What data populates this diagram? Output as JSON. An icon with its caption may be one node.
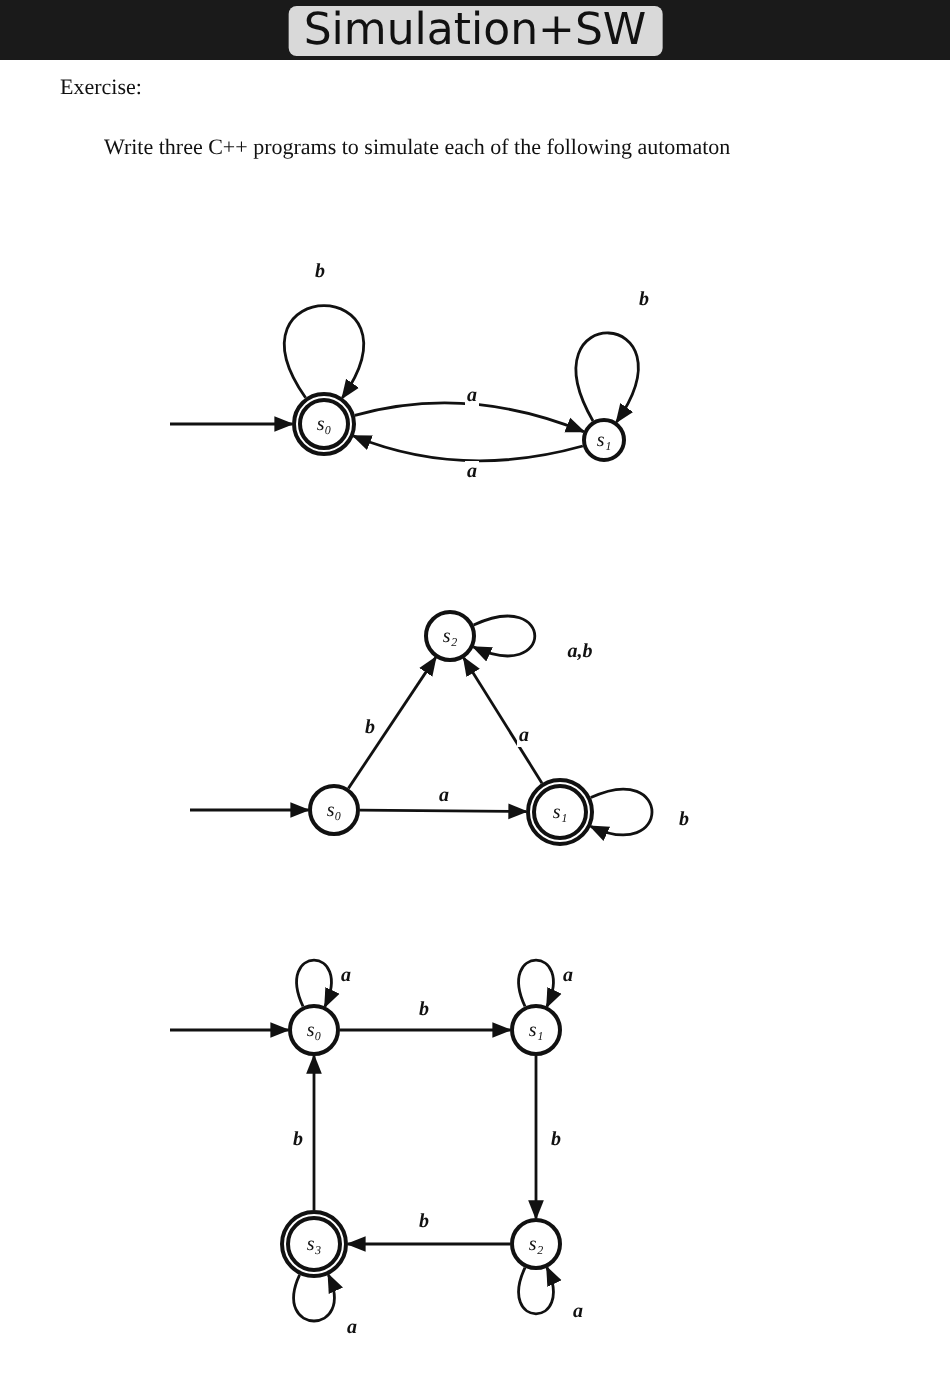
{
  "diagram": {
    "title": "Simulation+SW",
    "nodes": [
      {
        "text": [
          "s₀"
        ]
      },
      {
        "text": [
          "s₁"
        ]
      },
      {
        "text": [
          "s₂"
        ]
      },
      {
        "text": [
          "s₀"
        ]
      },
      {
        "text": [
          "s₁"
        ]
      },
      {
        "text": [
          "s₀"
        ]
      },
      {
        "text": [
          "s₁"
        ]
      },
      {
        "text": [
          "s₂"
        ]
      },
      {
        "text": [
          "s₃"
        ]
      }
    ],
    "edges": [
      {
        "from": null,
        "to": 0,
        "arrow": "to"
      },
      {
        "from": 0,
        "to": 0,
        "arrow": "to",
        "label": "b"
      },
      {
        "from": 0,
        "to": 1,
        "arrow": "to",
        "label": "a"
      },
      {
        "from": 1,
        "to": 0,
        "arrow": "to",
        "label": "a"
      },
      {
        "from": 1,
        "to": 1,
        "arrow": "to",
        "label": "b"
      },
      {
        "from": null,
        "to": 3,
        "arrow": "to"
      },
      {
        "from": 3,
        "to": 2,
        "arrow": "to",
        "label": "b"
      },
      {
        "from": 2,
        "to": 2,
        "arrow": "to",
        "label": "a,b"
      },
      {
        "from": 3,
        "to": 4,
        "arrow": "to",
        "label": "a"
      },
      {
        "from": 4,
        "to": 2,
        "arrow": "to",
        "label": "a"
      },
      {
        "from": 4,
        "to": 4,
        "arrow": "to",
        "label": "b"
      },
      {
        "from": null,
        "to": 5,
        "arrow": "to"
      },
      {
        "from": 5,
        "to": 5,
        "arrow": "to",
        "label": "a"
      },
      {
        "from": 5,
        "to": 6,
        "arrow": "to",
        "label": "b"
      },
      {
        "from": 6,
        "to": 6,
        "arrow": "to",
        "label": "a"
      },
      {
        "from": 6,
        "to": 7,
        "arrow": "to",
        "label": "b"
      },
      {
        "from": 7,
        "to": 7,
        "arrow": "to",
        "label": "a"
      },
      {
        "from": 7,
        "to": 8,
        "arrow": "to",
        "label": "b"
      },
      {
        "from": 8,
        "to": 8,
        "arrow": "to",
        "label": "a"
      },
      {
        "from": 8,
        "to": 5,
        "arrow": "to",
        "label": "b"
      }
    ],
    "labels": [
      "Exercise:",
      "Write three C++ programs to simulate each of the following automaton"
    ]
  }
}
